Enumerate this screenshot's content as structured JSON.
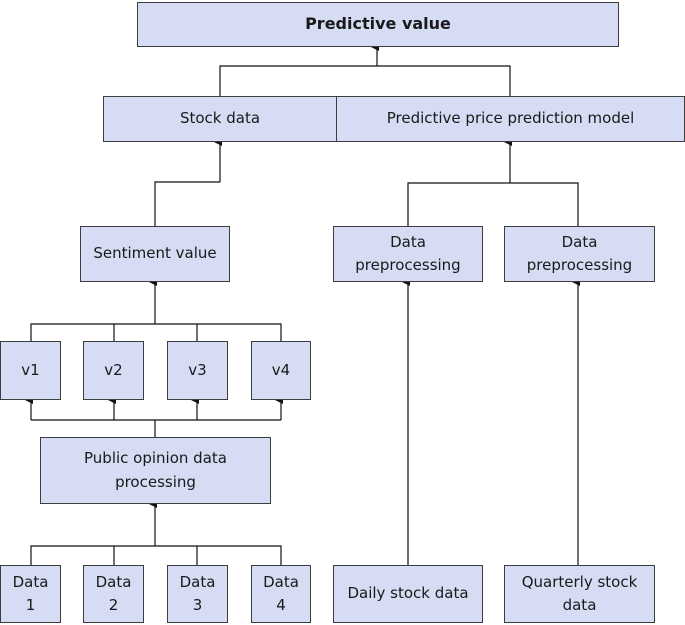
{
  "nodes": {
    "predictive_value": "Predictive value",
    "stock_data": "Stock data",
    "prediction_model": "Predictive price prediction model",
    "sentiment_value": "Sentiment value",
    "preprocessing_1": "Data preprocessing",
    "preprocessing_2": "Data preprocessing",
    "v1": "v1",
    "v2": "v2",
    "v3": "v3",
    "v4": "v4",
    "public_opinion": "Public opinion data processing",
    "data_1": "Data 1",
    "data_2": "Data 2",
    "data_3": "Data 3",
    "data_4": "Data 4",
    "daily_stock": "Daily stock data",
    "quarterly_stock": "Quarterly stock data"
  }
}
